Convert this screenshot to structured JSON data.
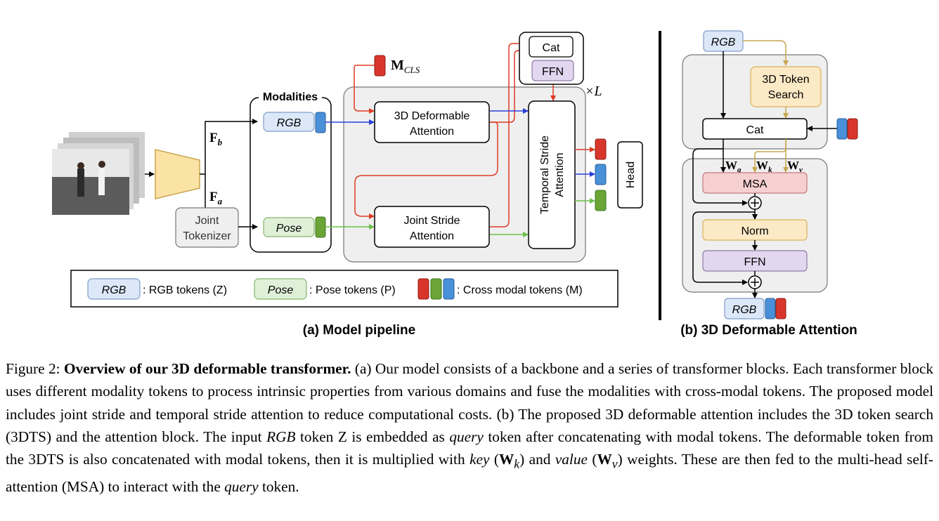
{
  "panel_a": {
    "title": "(a) Model pipeline",
    "modalities_label": "Modalities",
    "rgb_token": "RGB",
    "pose_token": "Pose",
    "joint_tokenizer": [
      "Joint",
      "Tokenizer"
    ],
    "feat_b": "F",
    "feat_b_sub": "b",
    "feat_a": "F",
    "feat_a_sub": "a",
    "mcls": "M",
    "mcls_sub": "CLS",
    "deformable_attention": [
      "3D Deformable",
      "Attention"
    ],
    "joint_stride_attention": [
      "Joint Stride",
      "Attention"
    ],
    "temporal_stride_attention": [
      "Temporal Stride",
      "Attention"
    ],
    "cat": "Cat",
    "ffn": "FFN",
    "repeat": "×L",
    "head": "Head",
    "legend": {
      "rgb_box": "RGB",
      "rgb_text": ": RGB tokens (Z)",
      "pose_box": "Pose",
      "pose_text": ": Pose tokens (P)",
      "cross_text": ": Cross modal tokens (M)"
    }
  },
  "panel_b": {
    "title": "(b) 3D Deformable Attention",
    "rgb_in": "RGB",
    "token_search": [
      "3D Token",
      "Search"
    ],
    "cat": "Cat",
    "wq": "W",
    "wq_sub": "q",
    "wk": "W",
    "wk_sub": "k",
    "wv": "W",
    "wv_sub": "v",
    "msa": "MSA",
    "norm": "Norm",
    "ffn": "FFN",
    "rgb_out": "RGB"
  },
  "colors": {
    "red_token": "#d9362b",
    "green_token": "#6aa536",
    "blue_token": "#4a90d9",
    "rgb_fill": "#dce8f8",
    "pose_fill": "#dff0d8",
    "backbone_fill": "#fbe3a6",
    "msa_fill": "#f6d0d0",
    "norm_fill": "#fce9c5",
    "ffn_fill": "#e2d7ee",
    "block_bg": "#efefef"
  },
  "caption": {
    "label": "Figure 2:",
    "bold": "Overview of our 3D deformable transformer.",
    "s1": "(a) Our model consists of a backbone and a series of transformer blocks. Each transformer block uses different modality tokens to process intrinsic properties from various domains and fuse the modalities with cross-modal tokens. The proposed model includes joint stride and temporal stride attention to reduce computational costs. (b) The proposed 3D deformable attention includes the 3D token search (3DTS) and the attention block. The input",
    "rgb_word": "RGB",
    "s2": "token Z is embedded as",
    "query1": "query",
    "s3": "token after concatenating with modal tokens. The deformable token from the 3DTS is also concatenated with modal tokens, then it is multiplied with",
    "key_word": "key",
    "wk_open": "(",
    "wk_W": "W",
    "wk_sub": "k",
    "wk_close": ")",
    "and": "and",
    "value_word": "value",
    "wv_open": "(",
    "wv_W": "W",
    "wv_sub": "v",
    "wv_close": ")",
    "s4": "weights. These are then fed to the multi-head self-attention (MSA) to interact with the",
    "query2": "query",
    "s5": "token."
  }
}
